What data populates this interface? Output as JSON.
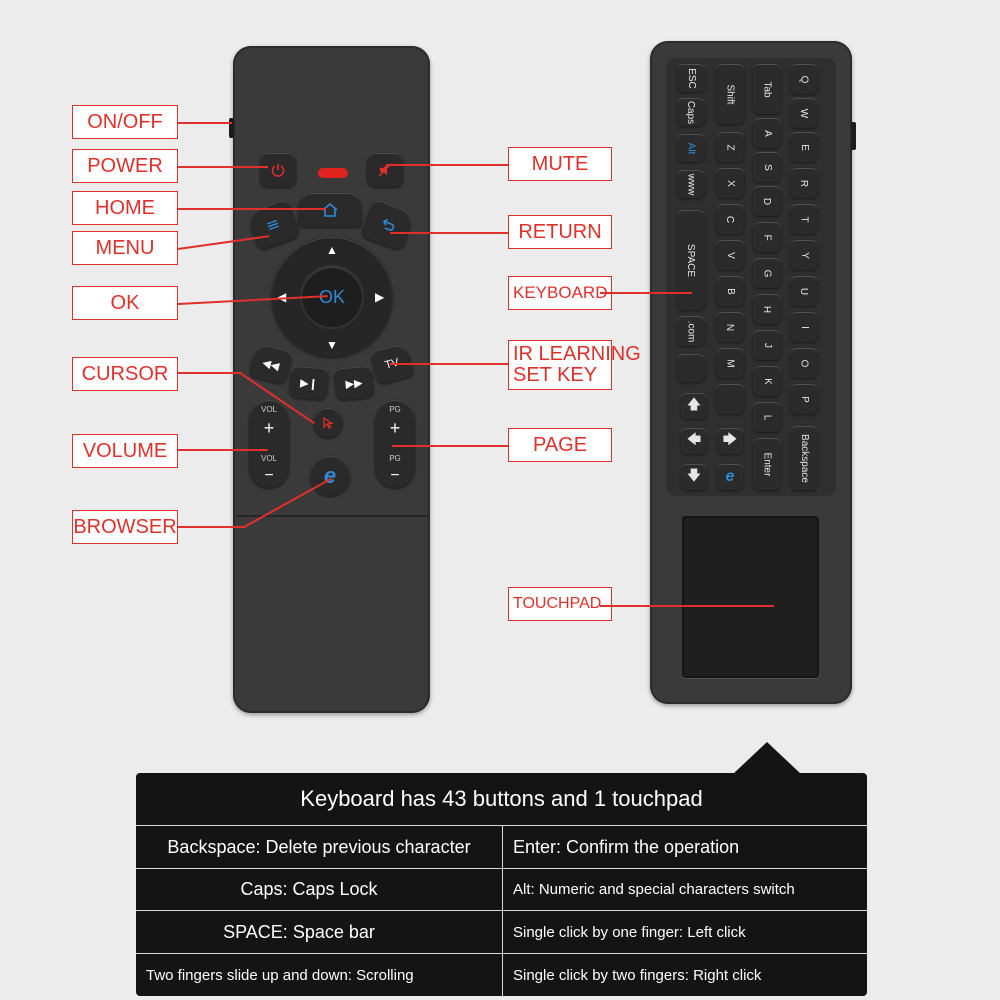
{
  "callouts": {
    "on_off": "ON/OFF",
    "power": "POWER",
    "home": "HOME",
    "menu": "MENU",
    "ok": "OK",
    "cursor": "CURSOR",
    "volume": "VOLUME",
    "browser": "BROWSER",
    "mute": "MUTE",
    "return": "RETURN",
    "keyboard": "KEYBOARD",
    "ir_learning_line1": "IR LEARNING",
    "ir_learning_line2": "SET KEY",
    "page": "PAGE",
    "touchpad": "TOUCHPAD"
  },
  "front_remote": {
    "ok_label": "OK",
    "vol_label": "VOL",
    "vol_plus": "+",
    "vol_minus": "−",
    "pg_label": "PG",
    "pg_plus": "+",
    "pg_minus": "−",
    "tv_label": "TV"
  },
  "keyboard": {
    "col1": [
      "ESC",
      "Caps",
      "Alt",
      "www"
    ],
    "col2": [
      "Shift",
      "SPACE",
      ".com"
    ],
    "col3": [
      "Tab",
      "A",
      "Z",
      "X",
      "C",
      "V",
      "B",
      "N",
      "M",
      "",
      ""
    ],
    "col4": [
      "Q",
      "W",
      "S",
      "D",
      "F",
      "G",
      "H",
      "J",
      "K",
      "L",
      ""
    ],
    "col5": [
      "",
      "E",
      "R",
      "T",
      "Y",
      "U",
      "I",
      "O",
      "P",
      ""
    ],
    "enter": "Enter",
    "backspace": "Backspace"
  },
  "info_panel": {
    "title": "Keyboard has 43 buttons and 1 touchpad",
    "rows": [
      {
        "left": "Backspace: Delete previous character",
        "right": "Enter: Confirm the operation"
      },
      {
        "left": "Caps: Caps Lock",
        "right": "Alt: Numeric and special characters switch"
      },
      {
        "left": "SPACE: Space bar",
        "right": "Single click by one finger: Left click"
      },
      {
        "left": "Two fingers slide up and down: Scrolling",
        "right": "Single click by two fingers: Right click"
      }
    ]
  },
  "colors": {
    "accent_red": "#e0302b",
    "accent_blue": "#2f8bd6",
    "remote_body": "#3a3a3a",
    "panel_bg": "#141414"
  }
}
